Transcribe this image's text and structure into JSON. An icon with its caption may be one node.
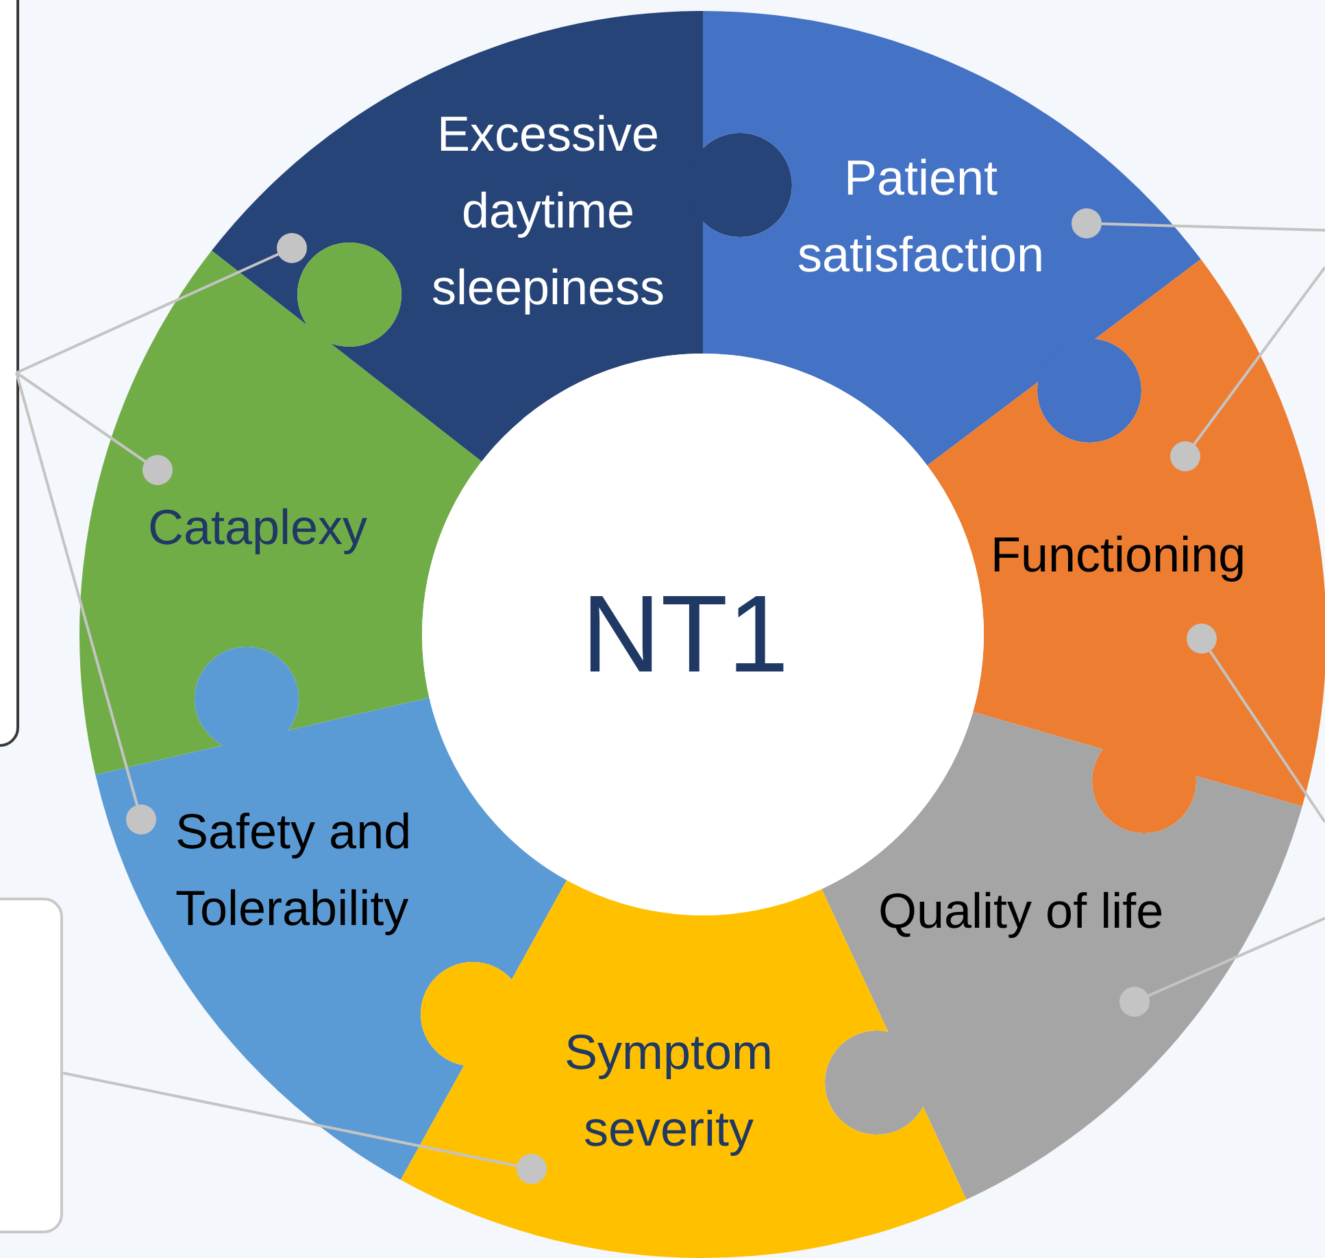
{
  "diagram": {
    "nodes": [
      {
        "text": [],
        "shape": "box"
      },
      {
        "text": [],
        "shape": "box"
      },
      {
        "text": [
          "Excessive daytime sleepiness"
        ]
      },
      {
        "text": [
          "Patient satisfaction"
        ]
      },
      {
        "text": [
          "Cataplexy"
        ]
      },
      {
        "text": [
          "Functioning"
        ]
      },
      {
        "text": [
          "NT1"
        ]
      },
      {
        "text": [
          "Safety and Tolerability"
        ]
      },
      {
        "text": [
          "Quality of life"
        ]
      },
      {
        "text": [
          "Symptom severity"
        ]
      }
    ],
    "edges": [
      {
        "from": 0,
        "to": 2,
        "arrow": "other"
      },
      {
        "from": 0,
        "to": 4,
        "arrow": "other"
      },
      {
        "from": 0,
        "to": 7,
        "arrow": "other"
      },
      {
        "from": 1,
        "to": 9,
        "arrow": "other"
      },
      {
        "from": null,
        "to": 3,
        "arrow": "other"
      },
      {
        "from": null,
        "to": 5,
        "arrow": "other"
      },
      {
        "from": null,
        "to": 5,
        "arrow": "other"
      },
      {
        "from": null,
        "to": 8,
        "arrow": "other"
      }
    ]
  }
}
